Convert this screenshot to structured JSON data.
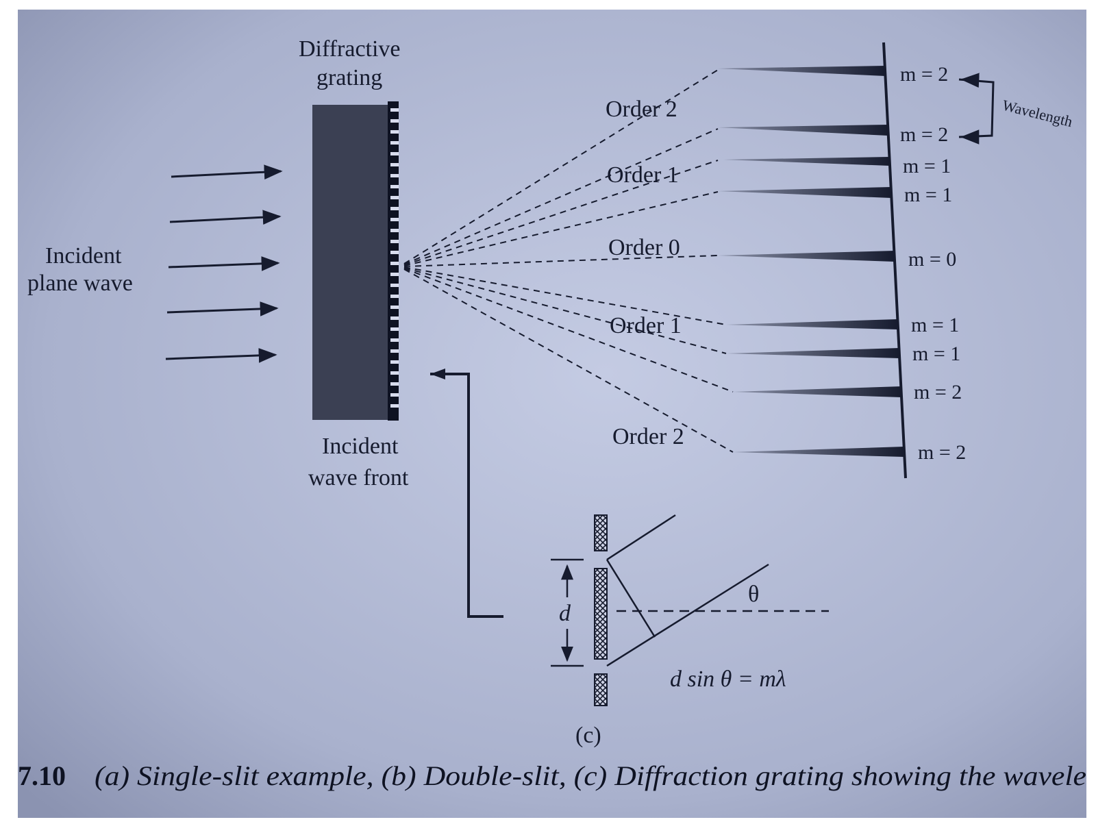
{
  "grating_label": [
    "Diffractive",
    "grating"
  ],
  "incident_plane_label": [
    "Incident",
    "plane wave"
  ],
  "incident_front_label": [
    "Incident",
    "wave front"
  ],
  "order_labels": [
    "Order 2",
    "Order 1",
    "Order 0",
    "Order 1",
    "Order 2"
  ],
  "m_labels": [
    "m = 2",
    "m = 2",
    "m = 1",
    "m = 1",
    "m = 0",
    "m = 1",
    "m = 1",
    "m = 2",
    "m = 2"
  ],
  "wavelength_label": "Wavelength",
  "inset": {
    "d_label": "d",
    "theta_label": "θ",
    "equation": "d sin θ = mλ",
    "panel_label": "(c)"
  },
  "caption": {
    "number": "7.10",
    "text": "(a) Single-slit example, (b) Double-slit, (c) Diffraction grating showing the wavele"
  },
  "colors": {
    "page_bg": "#a9b1cd",
    "ink": "#161b2e",
    "grating": "#3b4053"
  }
}
